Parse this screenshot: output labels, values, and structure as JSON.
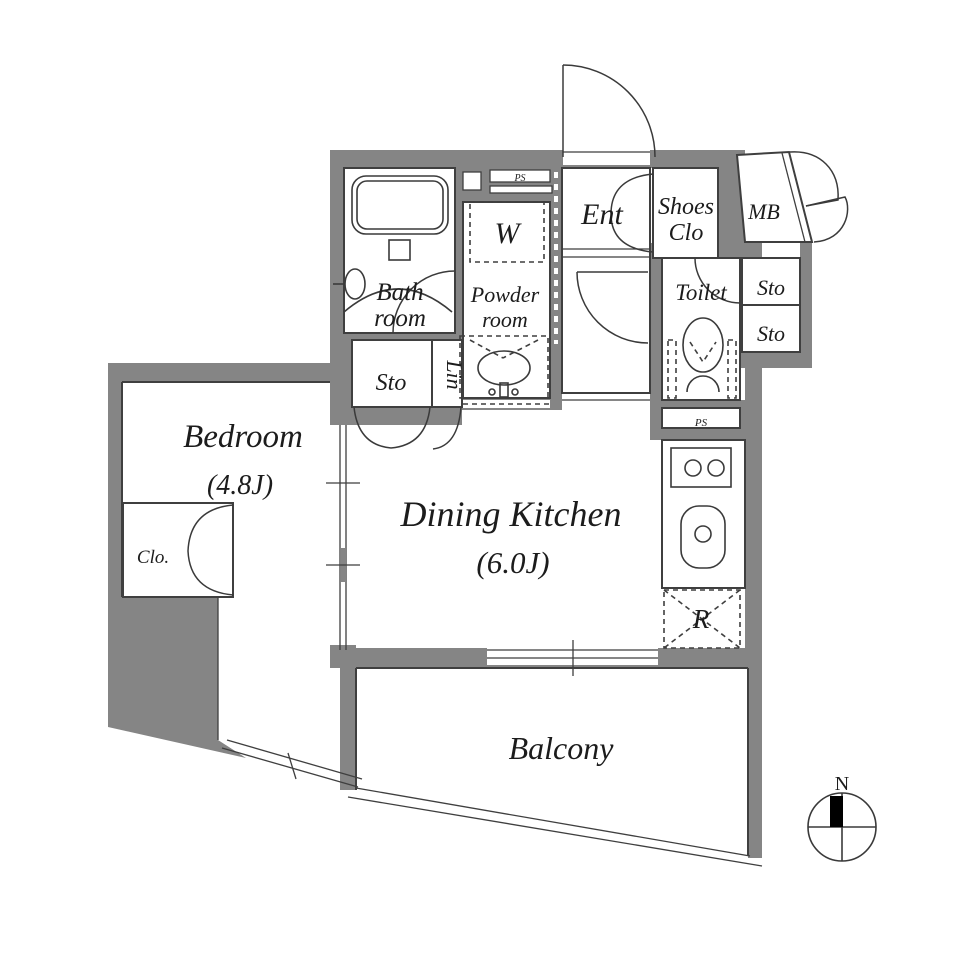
{
  "floor_plan": {
    "rooms": {
      "bathroom": {
        "label_line1": "Bath",
        "label_line2": "room"
      },
      "washer": {
        "label": "W"
      },
      "powder_room": {
        "label_line1": "Powder",
        "label_line2": "room"
      },
      "pipe_space_top": {
        "label": "PS"
      },
      "entrance": {
        "label": "Ent"
      },
      "shoes_closet": {
        "label_line1": "Shoes",
        "label_line2": "Clo"
      },
      "meter_box": {
        "label": "MB"
      },
      "toilet": {
        "label": "Toilet"
      },
      "storage_right_upper": {
        "label": "Sto"
      },
      "storage_right_lower": {
        "label": "Sto"
      },
      "pipe_space_bottom": {
        "label": "PS"
      },
      "storage_left": {
        "label": "Sto"
      },
      "linen": {
        "label": "Lin"
      },
      "bedroom": {
        "label": "Bedroom",
        "size": "(4.8J)"
      },
      "closet": {
        "label": "Clo."
      },
      "dining_kitchen": {
        "label": "Dining Kitchen",
        "size": "(6.0J)"
      },
      "refrigerator": {
        "label": "R"
      },
      "balcony": {
        "label": "Balcony"
      }
    },
    "compass": {
      "label": "N"
    },
    "colors": {
      "wall": "#858585",
      "line": "#3f3f3f",
      "background": "#ffffff"
    }
  }
}
